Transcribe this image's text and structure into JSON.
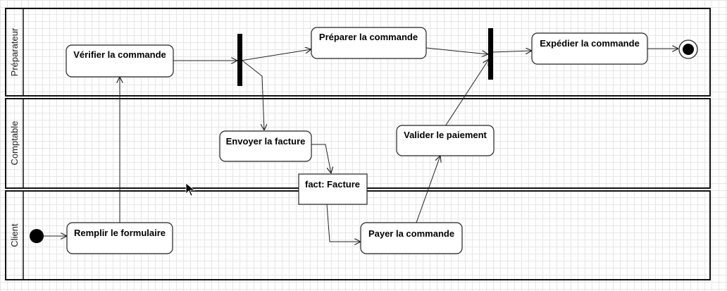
{
  "swimlanes": [
    {
      "id": "preparateur",
      "label": "Préparateur"
    },
    {
      "id": "comptable",
      "label": "Comptable"
    },
    {
      "id": "client",
      "label": "Client"
    }
  ],
  "activities": {
    "verifier": "Vérifier la commande",
    "preparer": "Préparer la commande",
    "expedier": "Expédier la commande",
    "envoyer": "Envoyer la facture",
    "valider": "Valider le paiement",
    "remplir": "Remplir le formulaire",
    "payer": "Payer la commande"
  },
  "object_node": {
    "label": "fact: Facture"
  },
  "nodes": {
    "initial": "initial-node",
    "final": "final-node",
    "fork": "fork-bar",
    "join": "join-bar"
  }
}
